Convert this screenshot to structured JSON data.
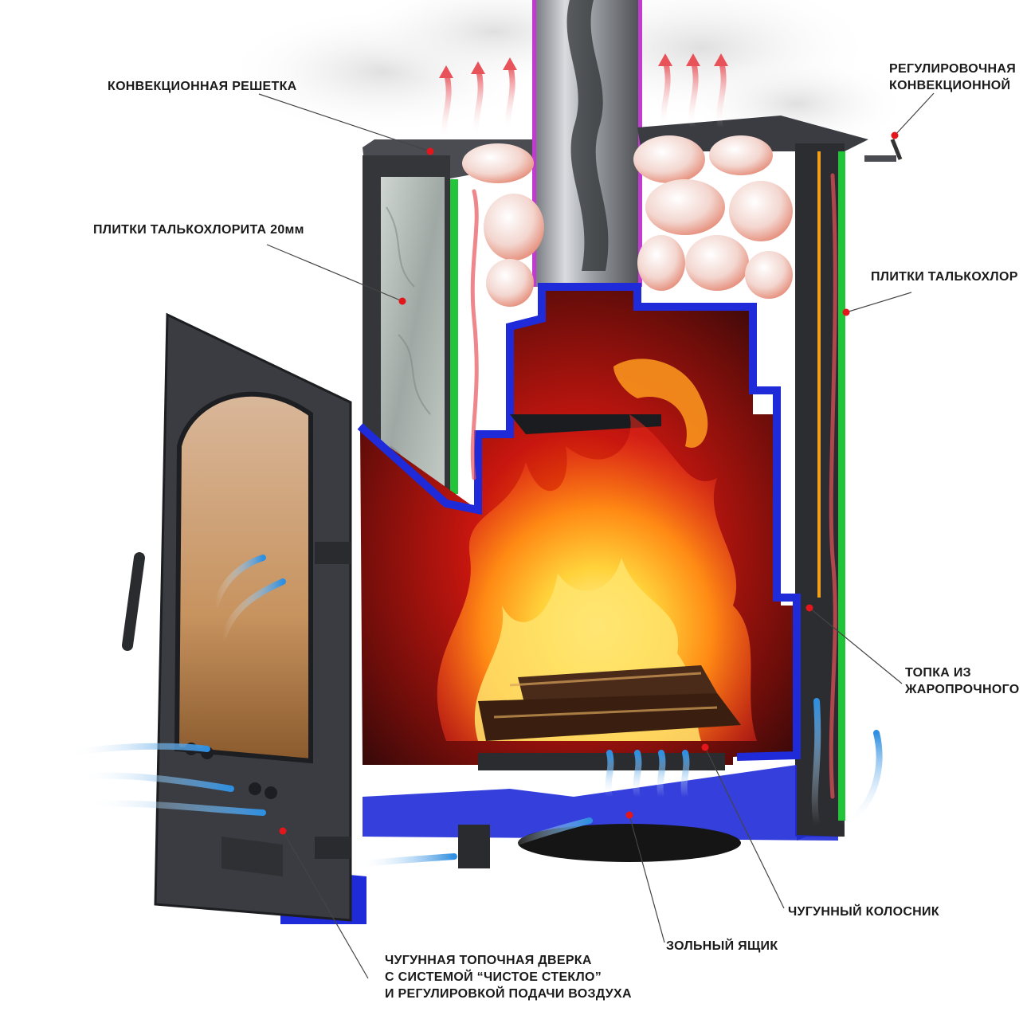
{
  "labels": {
    "convection_grate": {
      "lines": [
        "КОНВЕКЦИОННАЯ РЕШЕТКА"
      ]
    },
    "adjusting_convection": {
      "lines": [
        "РЕГУЛИРОВОЧНАЯ",
        "КОНВЕКЦИОННОЙ"
      ]
    },
    "talc_tiles_left": {
      "lines": [
        "ПЛИТКИ ТАЛЬКОХЛОРИТА 20мм"
      ]
    },
    "talc_tiles_right": {
      "lines": [
        "ПЛИТКИ ТАЛЬКОХЛОР"
      ]
    },
    "firebox": {
      "lines": [
        "ТОПКА ИЗ",
        "ЖАРОПРОЧНОГО"
      ]
    },
    "grate": {
      "lines": [
        "ЧУГУННЫЙ КОЛОСНИК"
      ]
    },
    "ash_box": {
      "lines": [
        "ЗОЛЬНЫЙ ЯЩИК"
      ]
    },
    "door": {
      "lines": [
        "ЧУГУННАЯ ТОПОЧНАЯ ДВЕРКА",
        "С СИСТЕМОЙ “ЧИСТОЕ СТЕКЛО”",
        "И РЕГУЛИРОВКОЙ ПОДАЧИ ВОЗДУХА"
      ]
    }
  },
  "colors": {
    "leader_line": "#444444",
    "marker_dot": "#e3161b",
    "steel": "#3d3f44",
    "insulation_blue": "#1f2bd8",
    "screen_green": "#22c43a",
    "hot_air": "#e8535a",
    "cold_air": "#4aa3e8",
    "fire_core": "#ffd23a",
    "fire_mid": "#ff8a14",
    "fire_outer": "#e0261a"
  }
}
